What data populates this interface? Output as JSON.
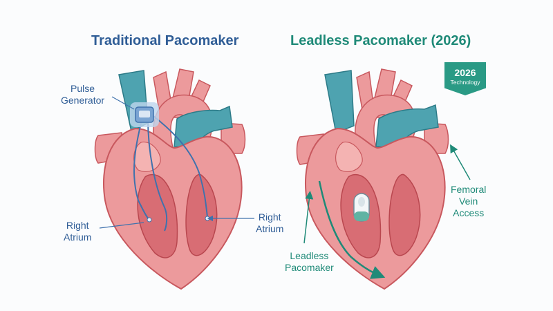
{
  "left_panel": {
    "title": "Traditional Pacomaker",
    "labels": {
      "pulse_generator_line1": "Pulse",
      "pulse_generator_line2": "Generator",
      "right_atrium_left_line1": "Right",
      "right_atrium_left_line2": "Atrium",
      "right_atrium_right_line1": "Right",
      "right_atrium_right_line2": "Atrium"
    }
  },
  "right_panel": {
    "title": "Leadless Pacomaker (2026)",
    "badge": {
      "year": "2026",
      "text": "Technology"
    },
    "labels": {
      "femoral_line1": "Femoral",
      "femoral_line2": "Vein",
      "femoral_line3": "Access",
      "leadless_line1": "Leadless",
      "leadless_line2": "Pacomaker"
    }
  },
  "colors": {
    "title_left": "#2f5d96",
    "title_right": "#1f8a78",
    "heart_muscle": "#ec9a9c",
    "heart_outline": "#c8585e",
    "chamber": "#d86d74",
    "vein_blue": "#4ea3b0",
    "lead_wire": "#3f72ad",
    "accent_teal": "#2a9a85"
  }
}
